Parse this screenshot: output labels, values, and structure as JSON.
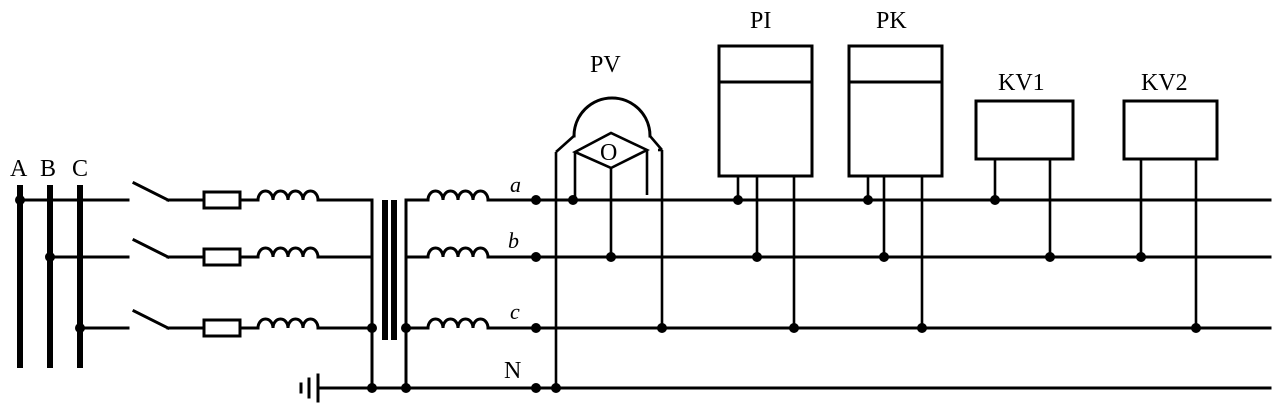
{
  "buses": [
    "A",
    "B",
    "C"
  ],
  "phases": [
    "a",
    "b",
    "c",
    "N"
  ],
  "meters": [
    "PV",
    "PI",
    "PK",
    "KV1",
    "KV2"
  ],
  "phasor_symbol": "O",
  "colors": {
    "ink": "#000000",
    "background": "#ffffff"
  }
}
